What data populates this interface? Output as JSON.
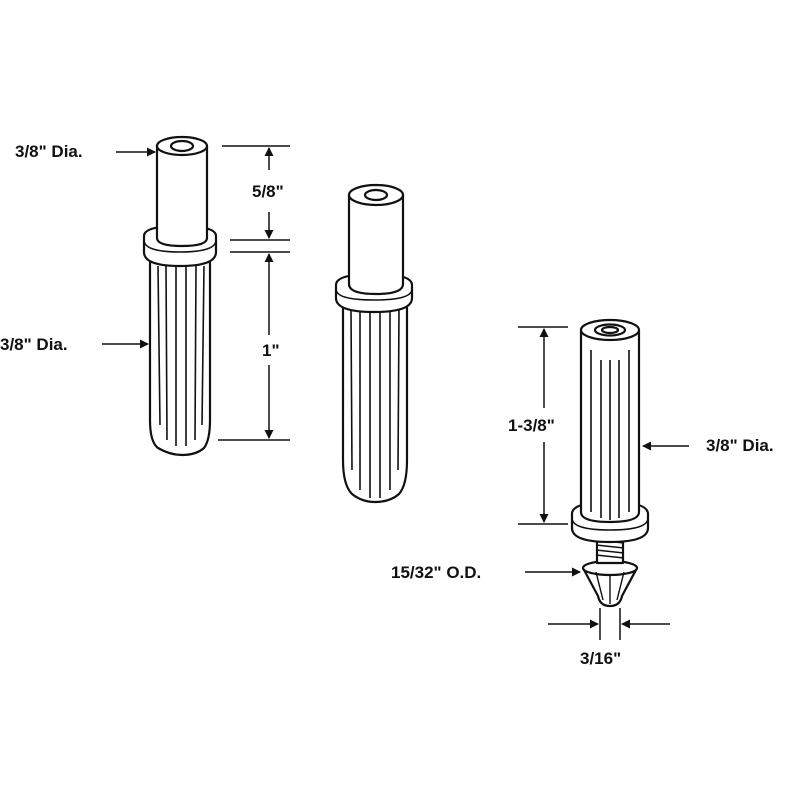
{
  "figure": {
    "labels": {
      "pin1_top_dia": "3/8\" Dia.",
      "pin1_body_dia": "3/8\" Dia.",
      "pin1_top_len": "5/8\"",
      "pin1_body_len": "1\"",
      "pin3_len": "1-3/8\"",
      "pin3_dia": "3/8\" Dia.",
      "tip_od": "15/32\" O.D.",
      "tip_width": "3/16\""
    }
  },
  "colors": {
    "line": "#111111",
    "fill": "#ffffff",
    "background": "#ffffff"
  }
}
